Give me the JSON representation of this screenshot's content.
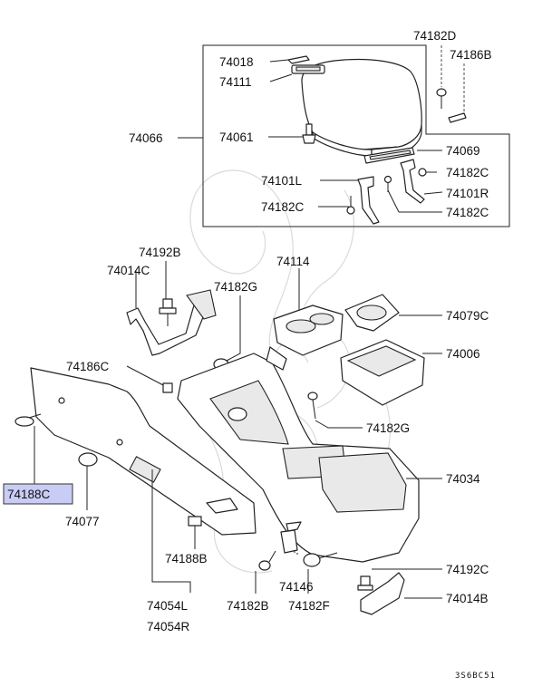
{
  "labels": {
    "p74182D": "74182D",
    "p74186B": "74186B",
    "p74018": "74018",
    "p74111": "74111",
    "p74066": "74066",
    "p74061": "74061",
    "p74069": "74069",
    "p74182C_a": "74182C",
    "p74101L": "74101L",
    "p74101R": "74101R",
    "p74182C_b": "74182C",
    "p74182C_c": "74182C",
    "p74192B": "74192B",
    "p74014C": "74014C",
    "p74114": "74114",
    "p74182G_a": "74182G",
    "p74079C": "74079C",
    "p74006": "74006",
    "p74186C": "74186C",
    "p74182G_b": "74182G",
    "p74034": "74034",
    "p74188C": "74188C",
    "p74077": "74077",
    "p74188B": "74188B",
    "p74192C": "74192C",
    "p74014B": "74014B",
    "p74146": "74146",
    "p74182B": "74182B",
    "p74182F": "74182F",
    "p74054L": "74054L",
    "p74054R": "74054R"
  },
  "diagram_code": "3S6BC51",
  "highlight_color": "#c9ccf4"
}
